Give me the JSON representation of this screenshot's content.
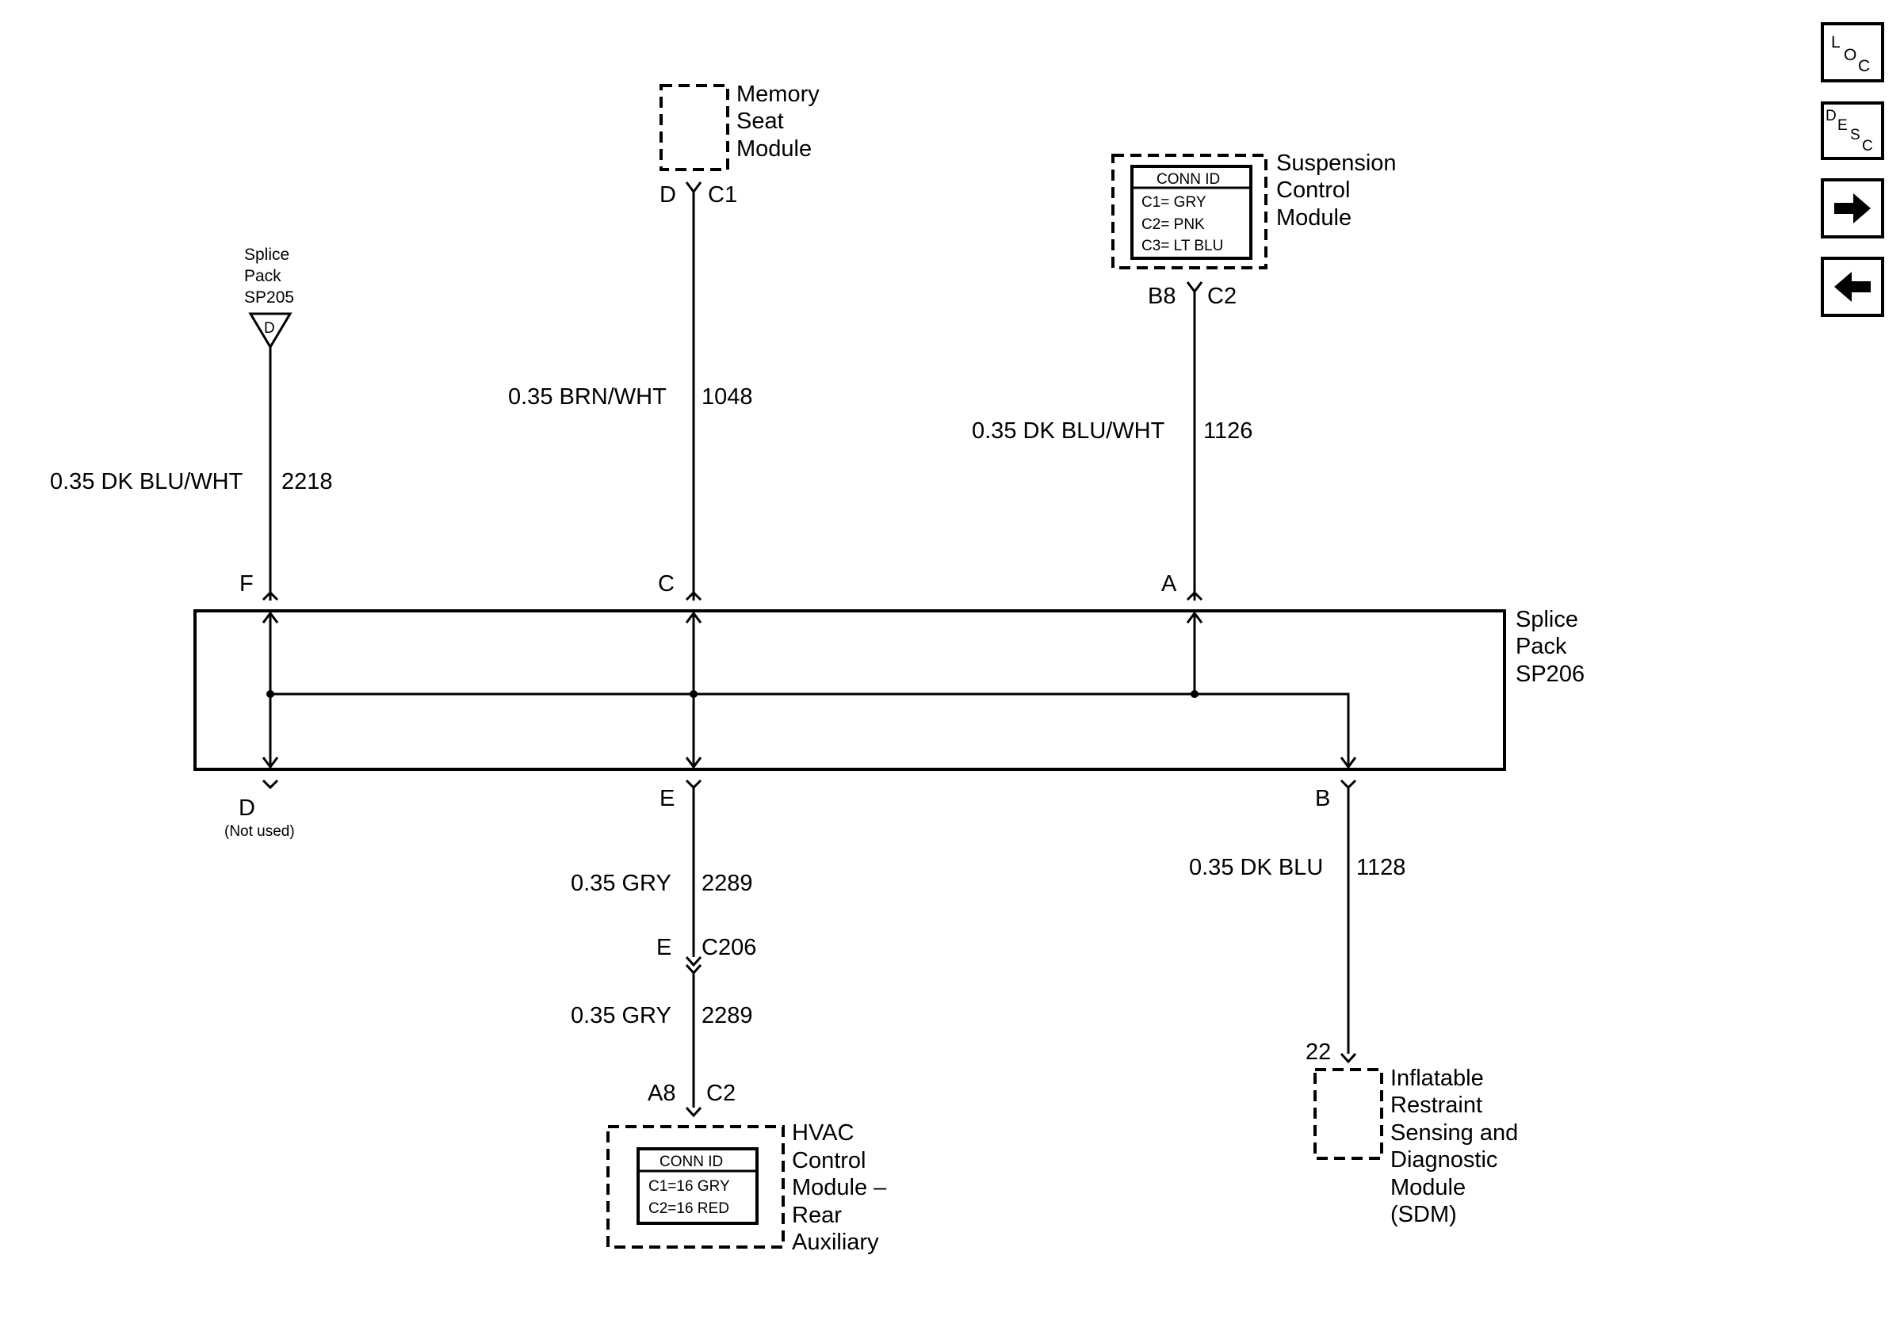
{
  "nav": {
    "loc": {
      "big": "L",
      "mid": "O",
      "small": "C"
    },
    "desc": {
      "a": "D",
      "b": "E",
      "c": "S",
      "d": "C"
    }
  },
  "sp205": {
    "line1": "Splice",
    "line2": "Pack",
    "line3": "SP205",
    "pin": "D"
  },
  "memory_seat": {
    "line1": "Memory",
    "line2": "Seat",
    "line3": "Module",
    "pin": "D",
    "conn": "C1"
  },
  "suspension": {
    "line1": "Suspension",
    "line2": "Control",
    "line3": "Module",
    "conn_title": "CONN ID",
    "c1": "C1= GRY",
    "c2": "C2= PNK",
    "c3": "C3= LT BLU",
    "pin": "B8",
    "conn": "C2"
  },
  "wires": {
    "w2218": {
      "spec": "0.35 DK BLU/WHT",
      "circuit": "2218"
    },
    "w1048": {
      "spec": "0.35 BRN/WHT",
      "circuit": "1048"
    },
    "w1126": {
      "spec": "0.35 DK BLU/WHT",
      "circuit": "1126"
    },
    "w2289a": {
      "spec": "0.35 GRY",
      "circuit": "2289"
    },
    "w2289b": {
      "spec": "0.35 GRY",
      "circuit": "2289"
    },
    "w1128": {
      "spec": "0.35 DK BLU",
      "circuit": "1128"
    }
  },
  "sp206": {
    "line1": "Splice",
    "line2": "Pack",
    "line3": "SP206",
    "pin_f": "F",
    "pin_c": "C",
    "pin_a": "A",
    "pin_d": "D",
    "pin_d_note": "(Not used)",
    "pin_e": "E",
    "pin_b": "B"
  },
  "c206": {
    "pin": "E",
    "conn": "C206"
  },
  "hvac": {
    "line1": "HVAC",
    "line2": "Control",
    "line3": "Module –",
    "line4": "Rear",
    "line5": "Auxiliary",
    "conn_title": "CONN ID",
    "c1": "C1=16 GRY",
    "c2": "C2=16 RED",
    "pin": "A8",
    "conn": "C2"
  },
  "sdm": {
    "line1": "Inflatable",
    "line2": "Restraint",
    "line3": "Sensing and",
    "line4": "Diagnostic",
    "line5": "Module",
    "line6": "(SDM)",
    "pin": "22"
  }
}
